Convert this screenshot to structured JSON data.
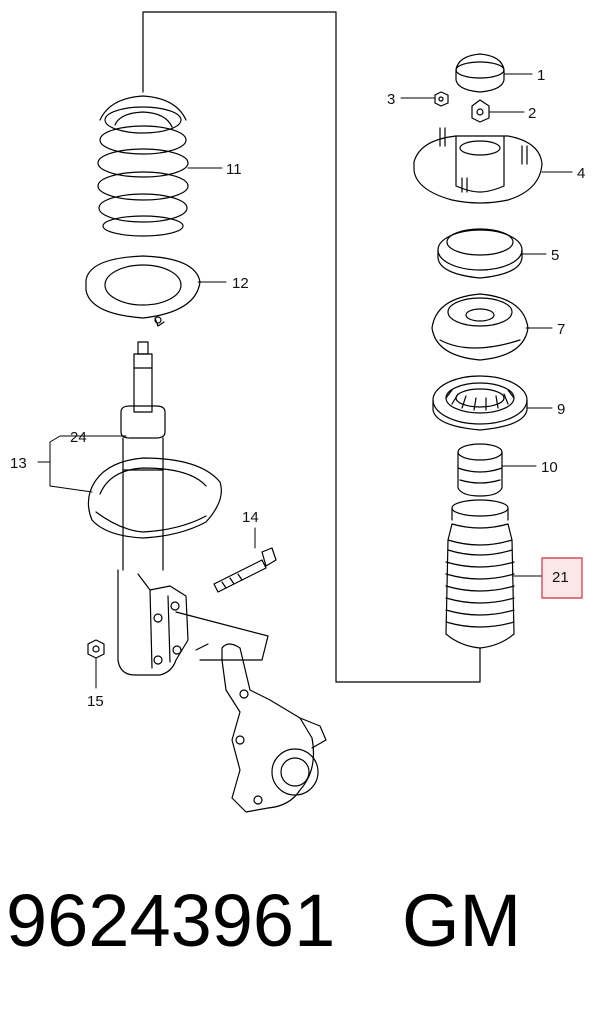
{
  "callouts": {
    "c1": "1",
    "c2": "2",
    "c3": "3",
    "c4": "4",
    "c5": "5",
    "c7": "7",
    "c9": "9",
    "c10": "10",
    "c11": "11",
    "c12": "12",
    "c13": "13",
    "c14": "14",
    "c15": "15",
    "c21": "21",
    "c24": "24"
  },
  "highlight_color": "#d84b57",
  "highlight_fill": "#fbe6e8",
  "footer": {
    "part_number": "96243961",
    "brand": "GM"
  }
}
